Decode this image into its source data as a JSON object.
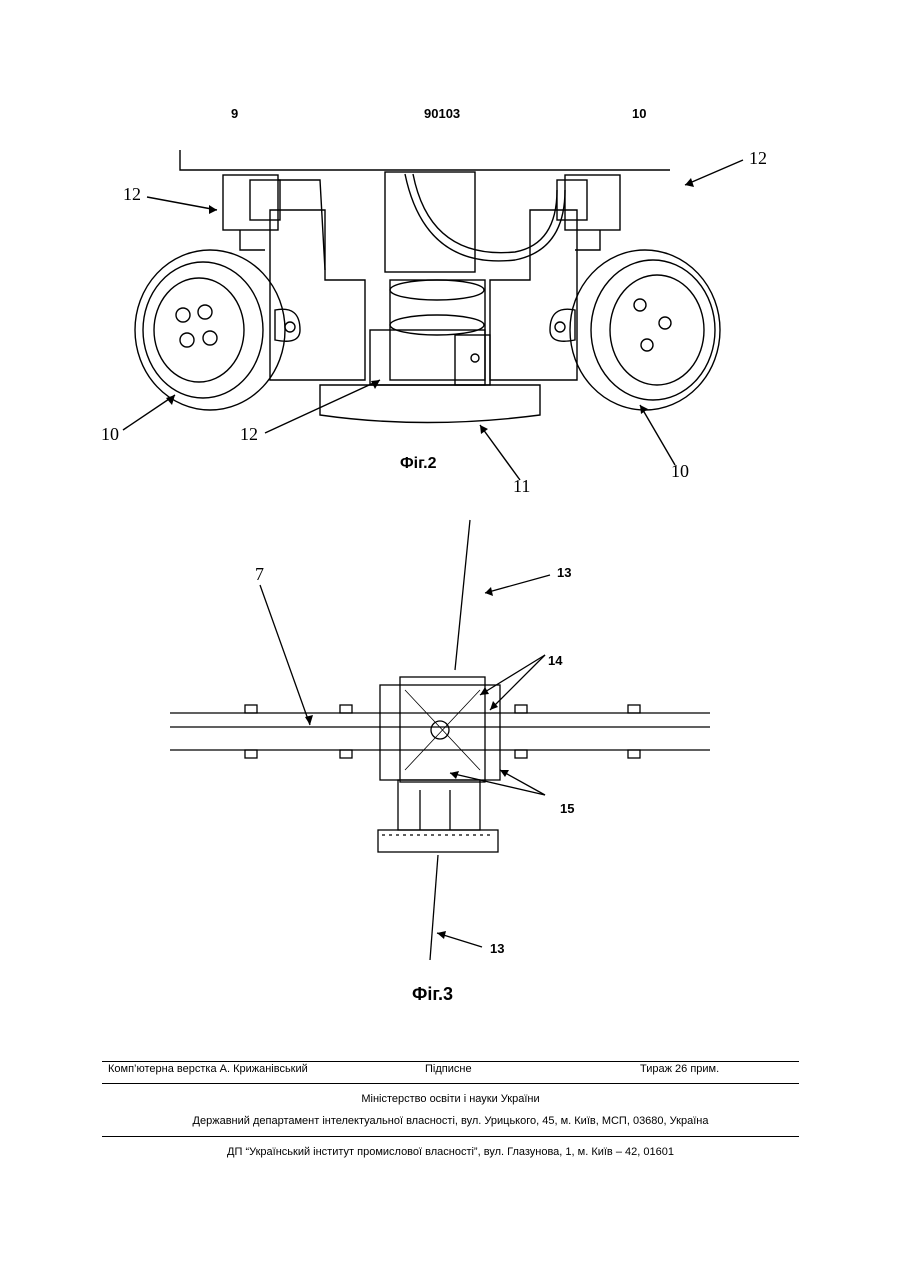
{
  "header": {
    "left_page": "9",
    "patent_number": "90103",
    "right_page": "10"
  },
  "figure2": {
    "caption": "Фіг.2",
    "labels": {
      "left_top": "12",
      "right_top": "12",
      "left_bottom": "10",
      "center_bottom": "12",
      "right_bottom": "10",
      "base": "11"
    }
  },
  "figure3": {
    "caption": "Фіг.3",
    "labels": {
      "rail": "7",
      "top_arrow": "13",
      "bottom_arrow": "13",
      "clamps": "14",
      "frame": "15"
    }
  },
  "footer": {
    "layout_credit": "Комп’ютерна верстка А. Крижанівський",
    "signed": "Підписне",
    "circulation": "Тираж 26 прим.",
    "ministry": "Міністерство освіти і науки України",
    "department": "Державний департамент інтелектуальної власності, вул. Урицького, 45, м. Київ, МСП, 03680, Україна",
    "publisher": "ДП “Український інститут промислової власності”, вул. Глазунова, 1, м. Київ – 42, 01601"
  }
}
